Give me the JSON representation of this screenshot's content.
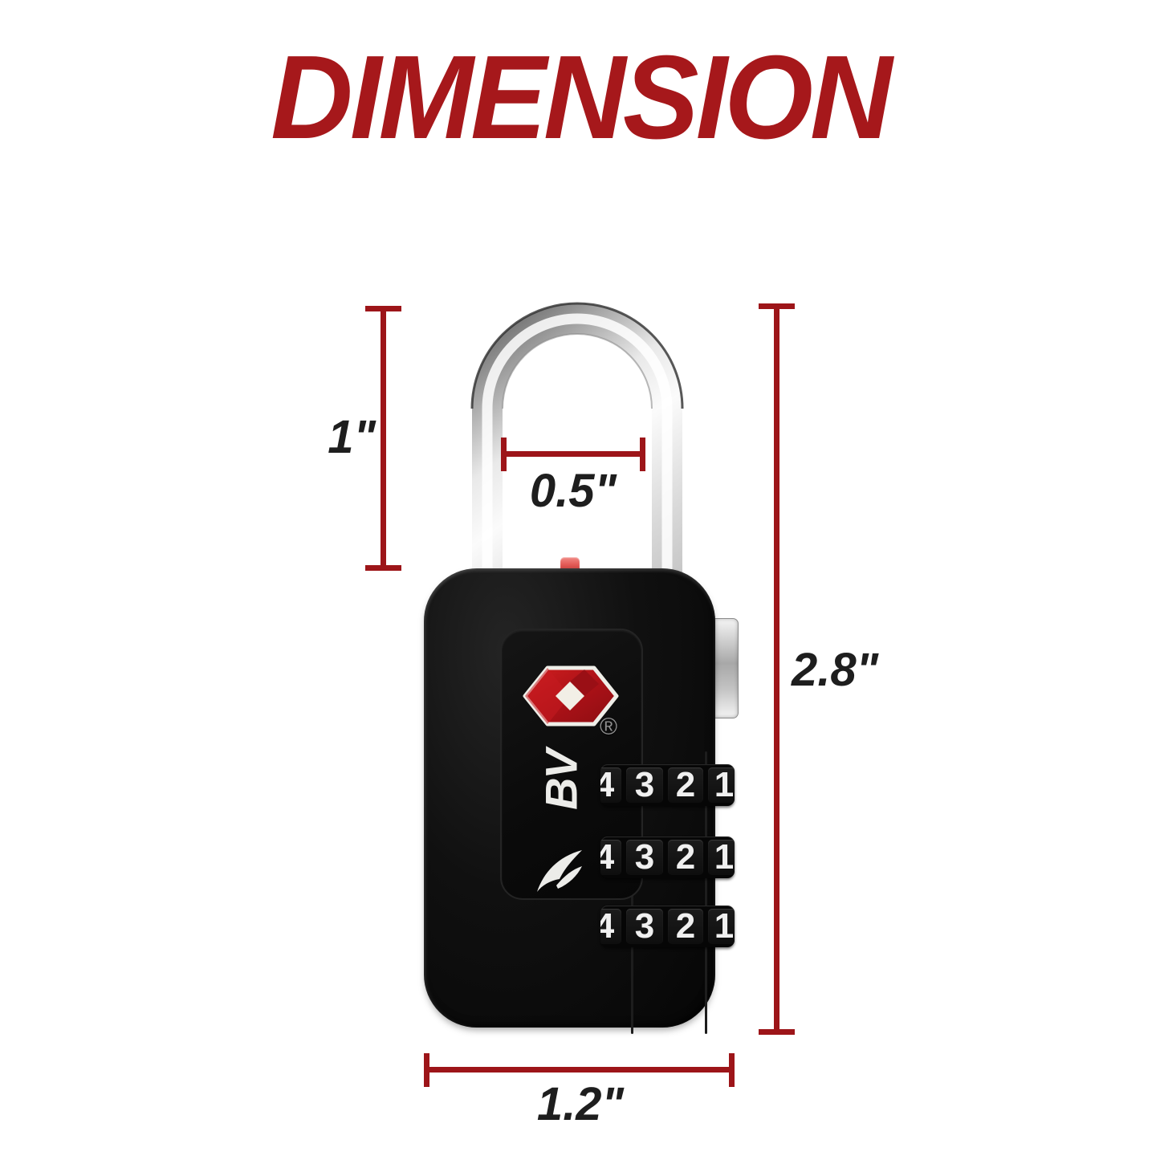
{
  "title": "DIMENSION",
  "annotations": {
    "shackle_height": "1\"",
    "shackle_inner_width": "0.5\"",
    "lock_total_height": "2.8\"",
    "body_width": "1.2\""
  },
  "lock": {
    "brand": "BV",
    "registered_mark": "®",
    "dials": [
      {
        "digits": [
          "4",
          "3",
          "2",
          "1"
        ]
      },
      {
        "digits": [
          "4",
          "3",
          "2",
          "1"
        ]
      },
      {
        "digits": [
          "4",
          "3",
          "2",
          "1"
        ]
      }
    ]
  },
  "icons": {
    "tsa_logo": "tsa-travel-sentry-diamond",
    "brand_leaf": "bv-leaf-swoosh",
    "shackle": "padlock-shackle"
  },
  "colors": {
    "title_red": "#A6181B",
    "dimension_red": "#9D1519",
    "label_dark": "#1E1E1E",
    "tsa_red": "#B01218",
    "body_black": "#0C0C0C"
  }
}
